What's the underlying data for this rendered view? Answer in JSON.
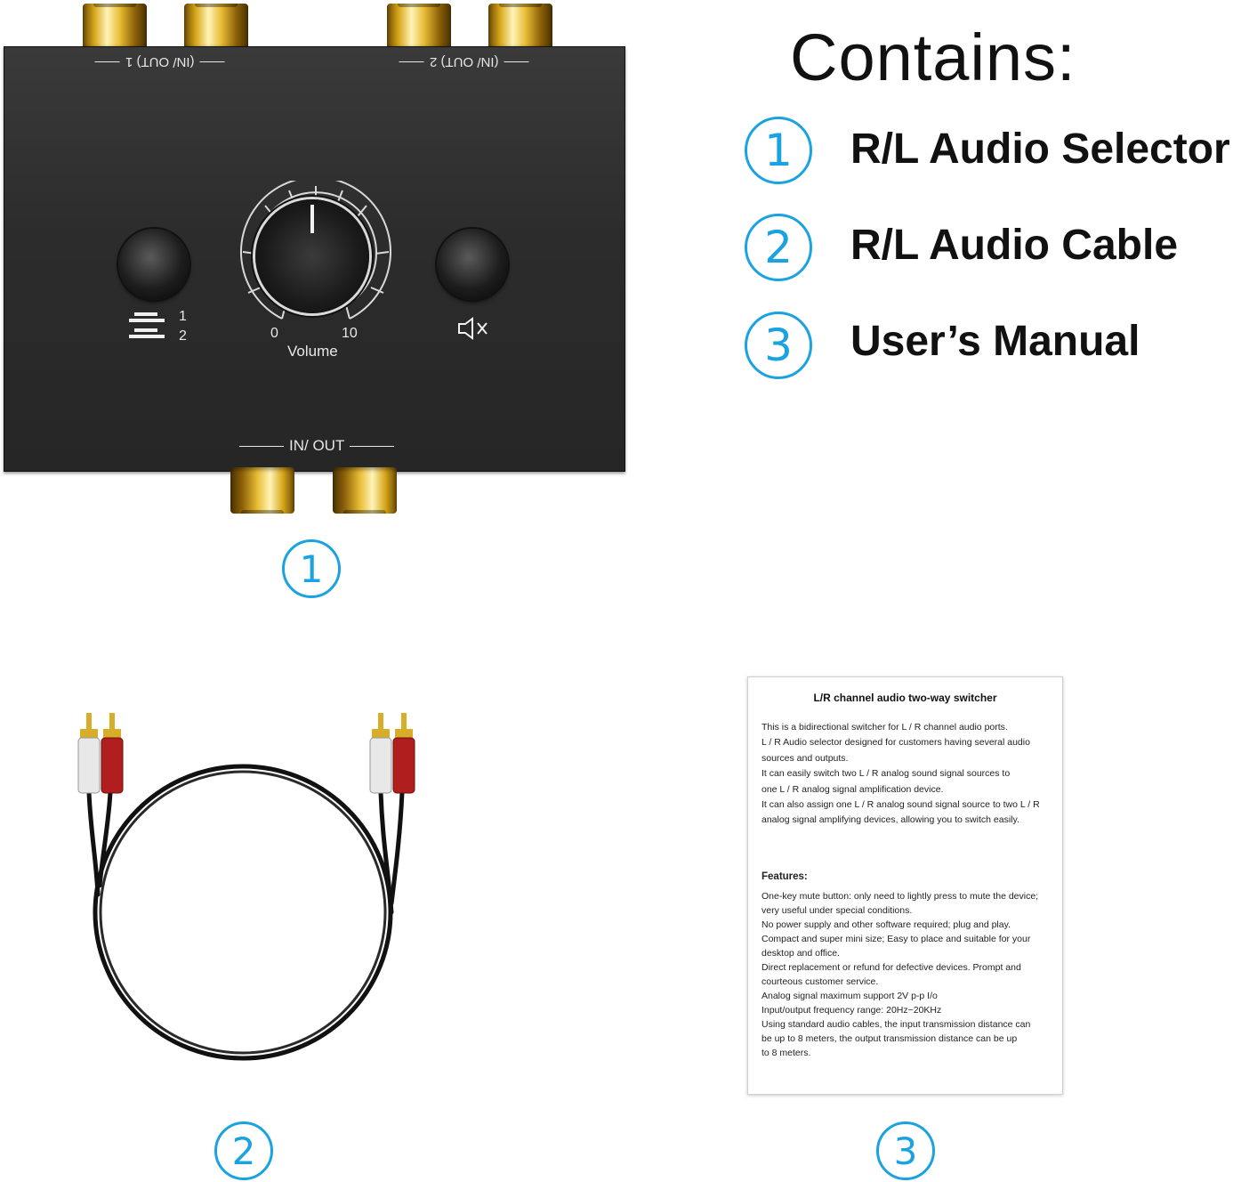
{
  "header": {
    "title": "Contains:",
    "items": [
      {
        "number": "1",
        "label": "R/L Audio Selector"
      },
      {
        "number": "2",
        "label": "R/L Audio Cable"
      },
      {
        "number": "3",
        "label": "User’s Manual"
      }
    ]
  },
  "device": {
    "port_top_left": "(IN/ OUT) 1",
    "port_top_right": "(IN/ OUT) 2",
    "port_bottom": "IN/ OUT",
    "selector_1": "1",
    "selector_2": "2",
    "volume_min": "0",
    "volume_max": "10",
    "volume_label": "Volume",
    "caption_number": "1"
  },
  "cable": {
    "caption_number": "2"
  },
  "manual": {
    "caption_number": "3",
    "title": "L/R channel audio two-way switcher",
    "intro_lines": [
      "This is a bidirectional switcher for L / R channel audio ports.",
      "L / R  Audio selector designed for customers having several audio",
      "sources and outputs.",
      "It can easily switch two L / R analog sound signal sources to",
      "one L / R analog signal amplification device.",
      "It can also assign one L / R analog sound signal source to two L / R",
      "analog signal amplifying devices, allowing you to switch easily."
    ],
    "features_title": "Features:",
    "features_lines": [
      "One-key mute button: only need to lightly press to mute the device;",
      "very useful under special conditions.",
      "No power supply and other software required; plug and play.",
      "Compact and super mini size; Easy to place and suitable for your",
      "desktop and office.",
      "Direct replacement or refund for defective devices. Prompt and",
      "courteous customer service.",
      "Analog signal maximum support 2V p-p I/o",
      "Input/output frequency range: 20Hz~20KHz",
      "Using standard audio cables, the input transmission distance can",
      "be up to 8 meters, the output transmission distance can be up",
      "to 8 meters."
    ]
  },
  "colors": {
    "accent": "#1aa3e0",
    "device_body": "#2c2c2c",
    "connector_gold": "#d7a619",
    "plug_red": "#b01e1e",
    "plug_white": "#e8e8e8"
  }
}
